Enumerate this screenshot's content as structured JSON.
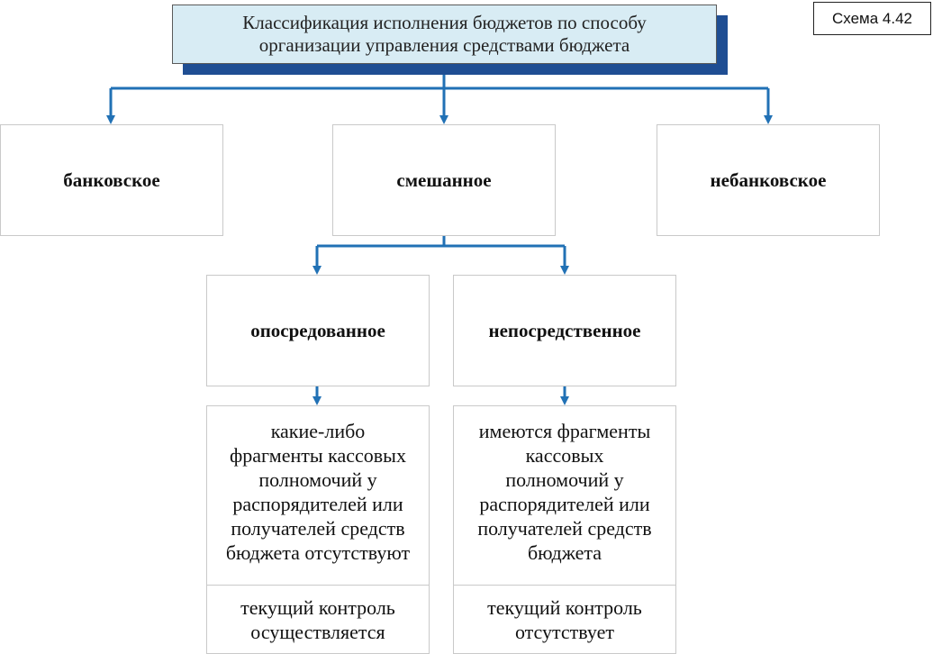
{
  "schema_label": "Схема 4.42",
  "title": {
    "line1": "Классификация исполнения бюджетов по способу",
    "line2": "организации управления средствами бюджета"
  },
  "categories": {
    "bank": "банковское",
    "mixed": "смешанное",
    "nonbank": "небанковское"
  },
  "subtypes": {
    "mediated": {
      "label": "опосредованное",
      "description": [
        "какие-либо",
        "фрагменты кассовых",
        "полномочий у",
        "распорядителей или",
        "получателей средств",
        "бюджета отсутствуют"
      ],
      "control": [
        "текущий контроль",
        "осуществляется"
      ]
    },
    "direct": {
      "label": "непосредственное",
      "description": [
        "имеются фрагменты",
        "кассовых",
        "полномочий у",
        "распорядителей или",
        "получателей средств",
        "бюджета"
      ],
      "control": [
        "текущий контроль",
        "отсутствует"
      ]
    }
  },
  "colors": {
    "connector": "#2171b5",
    "title_fill": "#d8ecf4",
    "title_shadow": "#1f4e93"
  }
}
